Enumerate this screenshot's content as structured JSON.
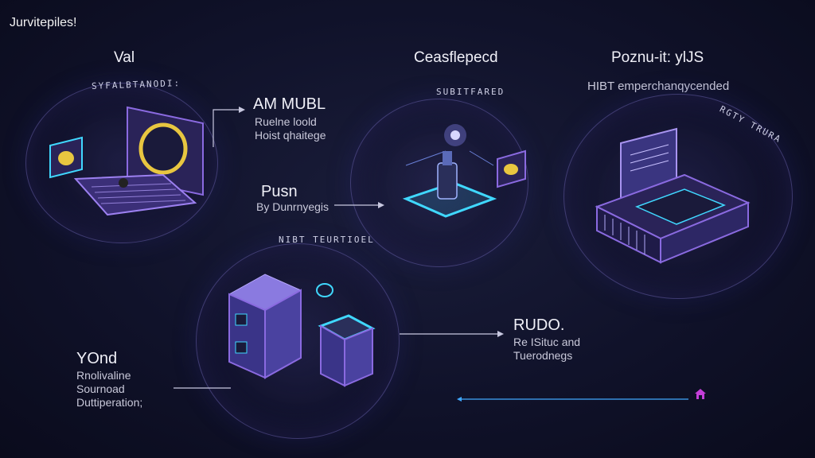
{
  "header": {
    "title": "Jurvitepiles!"
  },
  "columns": {
    "col1": "Val",
    "col2": "Ceasflepecd",
    "col3": "Poznu-it: ylJS",
    "col3_sub": "HIBT emperchanqycended"
  },
  "nodes": {
    "laptop": {
      "arc_label": "SYFALBTANODI:"
    },
    "chip": {
      "arc_label": "SUBITFARED"
    },
    "server": {
      "arc_label": "RGTY TRURA"
    },
    "storage": {
      "arc_label": "NIBT TEURTIOEL"
    }
  },
  "annotations": {
    "am": {
      "title": "AM MUBL",
      "line1": "Ruelne loold",
      "line2": "Hoist qhaitege"
    },
    "push": {
      "title": "Pusn",
      "line1": "By Dunrnyegis"
    },
    "yond": {
      "title": "YOnd",
      "line1": "Rnolivaline",
      "line2": "Sournoad",
      "line3": "Duttiperation;"
    },
    "rudo": {
      "title": "RUDO.",
      "line1": "Re ISituc and",
      "line2": "Tuerodnegs"
    }
  },
  "colors": {
    "accent_cyan": "#40d8ff",
    "accent_purple": "#8a6ae0",
    "accent_magenta": "#c43fd8"
  },
  "icons": [
    "home-icon"
  ]
}
